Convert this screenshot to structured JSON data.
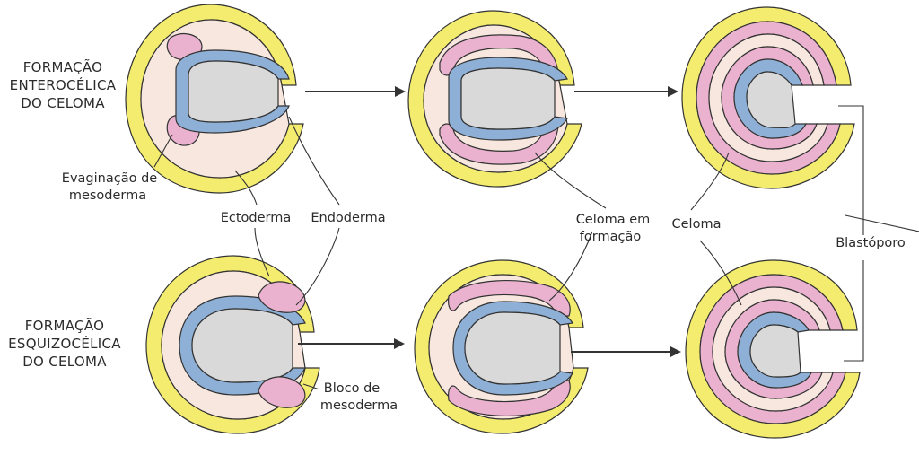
{
  "colors": {
    "ectoderm": "#f4ec6e",
    "mesoderm": "#eab2cf",
    "endoderm": "#8fb0d6",
    "embryo_fill": "#f7e7df",
    "cavity": "#d9d9d9",
    "outline": "#333333"
  },
  "rows": {
    "top": {
      "line1": "FORMAÇÃO",
      "line2": "ENTEROCÉLICA",
      "line3": "DO CELOMA"
    },
    "bottom": {
      "line1": "FORMAÇÃO",
      "line2": "ESQUIZOCÉLICA",
      "line3": "DO CELOMA"
    }
  },
  "labels": {
    "evaginacao_1": "Evaginação de",
    "evaginacao_2": "mesoderma",
    "ectoderma": "Ectoderma",
    "endoderma": "Endoderma",
    "celoma_em_1": "Celoma em",
    "celoma_em_2": "formação",
    "celoma": "Celoma",
    "blastoporo": "Blastóporo",
    "bloco_1": "Bloco de",
    "bloco_2": "mesoderma"
  }
}
